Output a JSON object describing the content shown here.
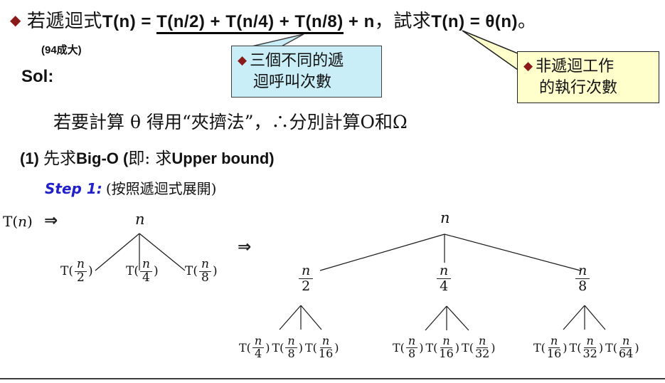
{
  "colors": {
    "accent_diamond": "#8B1A1A",
    "callout_blue_bg": "#C9EEF8",
    "callout_yellow_bg": "#FFFFCC",
    "step_label_blue": "#2121CC"
  },
  "header": {
    "bullet": "◆",
    "seg_prefix": "若遞迴式",
    "seg_tn": "T(n) = ",
    "seg_recursive": "T(n/2) + T(n/4) + T(n/8)",
    "seg_plus_n": " + n",
    "seg_mid": "，試求",
    "seg_tn2": "T(n) = ",
    "seg_theta": "θ(n)",
    "seg_period": "。",
    "source": "(94成大)"
  },
  "callouts": {
    "recursive_calls": {
      "bullet": "◆",
      "line1": "三個不同的遞",
      "line2": "迴呼叫次數"
    },
    "nonrecursive_work": {
      "bullet": "◆",
      "line1": "非遞迴工作",
      "line2": "的執行次數"
    }
  },
  "sol": "Sol:",
  "body": {
    "squeeze_line": "若要計算 θ 得用“夾擠法”，∴分別計算O和Ω",
    "bigO_seg1": "(1) ",
    "bigO_seg2": "先求",
    "bigO_seg3": "Big-O (",
    "bigO_seg4": "即: 求",
    "bigO_seg5": "Upper bound)",
    "step_label": "Step 1:",
    "step_note": "(按照遞迴式展開)"
  },
  "diagram": {
    "t_open": "T(",
    "t_close": ")",
    "n": "n",
    "arrow": "⇒",
    "tree1_dens": [
      "2",
      "4",
      "8"
    ],
    "tree2_dens": [
      "2",
      "4",
      "8"
    ],
    "leaf_groups": [
      [
        "4",
        "8",
        "16"
      ],
      [
        "8",
        "16",
        "32"
      ],
      [
        "16",
        "32",
        "64"
      ]
    ]
  }
}
